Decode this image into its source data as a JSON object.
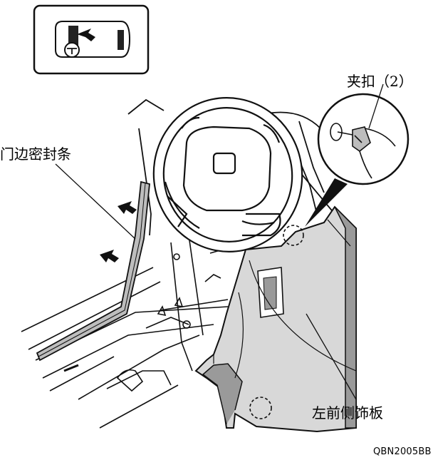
{
  "labels": {
    "clip": "夹扣（2）",
    "door_seal": "门边密封条",
    "left_front_side_trim": "左前侧饰板",
    "figure_code": "QBN2005BB"
  },
  "colors": {
    "line": "#111111",
    "panel_fill": "#d8d8d8",
    "panel_fill_dark": "#9a9a9a",
    "seal_fill": "#bdbdbd",
    "background": "#ffffff"
  },
  "icons": {
    "locator": "vehicle-top-view-icon",
    "arrow": "direction-arrow-icon",
    "clip_marker": "dashed-circle-marker"
  }
}
